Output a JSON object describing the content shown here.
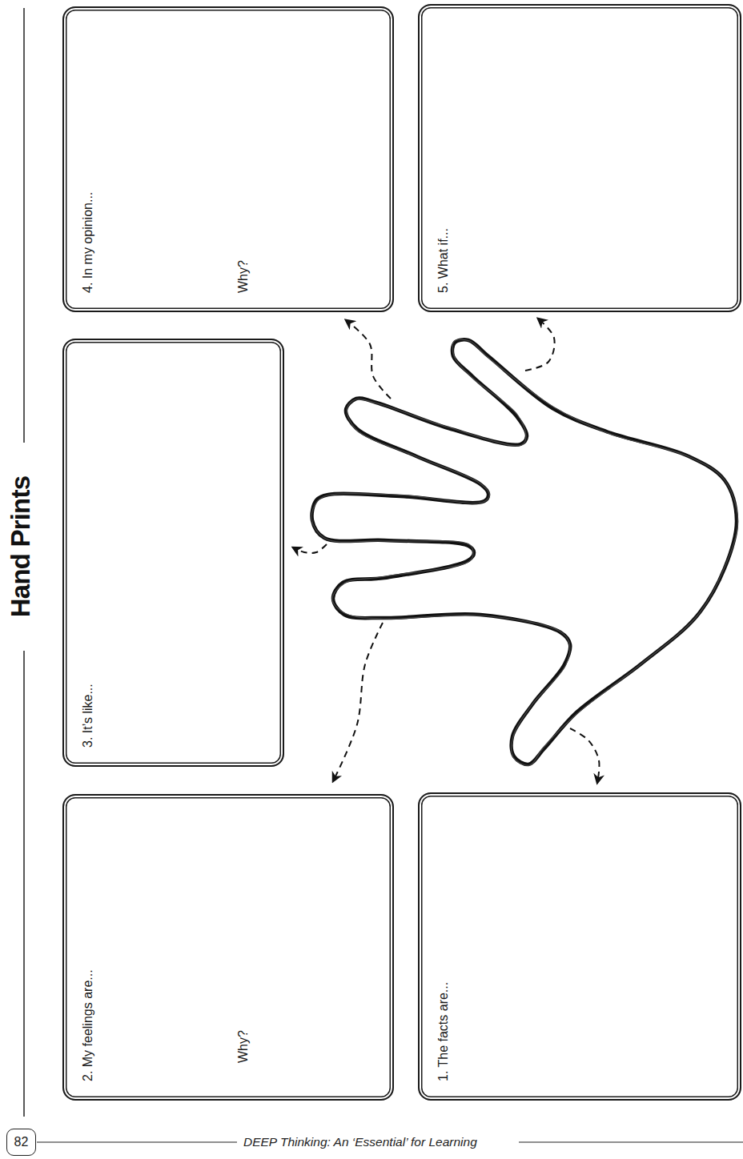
{
  "diagram": {
    "title": "Hand Prints",
    "nodes": [
      {
        "text": [
          "1. The facts are..."
        ]
      },
      {
        "text": [
          "2. My feelings are...",
          "Why?"
        ]
      },
      {
        "text": [
          "3. It’s like..."
        ]
      },
      {
        "text": [
          "4. In my opinion...",
          "Why?"
        ]
      },
      {
        "text": [
          "5. What if..."
        ]
      }
    ],
    "labels": [
      "82",
      "DEEP Thinking: An ‘Essential’ for Learning"
    ]
  }
}
